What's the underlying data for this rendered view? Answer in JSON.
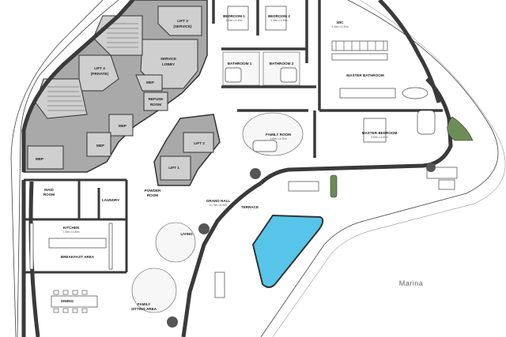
{
  "plan": {
    "rooms": [
      {
        "id": "lift3",
        "name": "LIFT 3",
        "sub": "(SERVICE)"
      },
      {
        "id": "service_lobby",
        "name": "SERVICE",
        "sub": "LOBBY"
      },
      {
        "id": "lift4",
        "name": "LIFT 4",
        "sub": "(PRIVATE)"
      },
      {
        "id": "mep_core",
        "name": "MEP"
      },
      {
        "id": "refuse",
        "name": "REFUSE",
        "sub": "ROOM"
      },
      {
        "id": "mep2",
        "name": "MEP"
      },
      {
        "id": "mep3",
        "name": "MEP"
      },
      {
        "id": "mep4",
        "name": "MEP"
      },
      {
        "id": "lift2",
        "name": "LIFT 2"
      },
      {
        "id": "lift1",
        "name": "LIFT 1"
      },
      {
        "id": "powder",
        "name": "POWDER",
        "sub": "ROOM"
      },
      {
        "id": "maid",
        "name": "MAID",
        "sub": "ROOM"
      },
      {
        "id": "laundry",
        "name": "LAUNDRY"
      },
      {
        "id": "kitchen",
        "name": "KITCHEN",
        "dim": "7.30m x 4.80m"
      },
      {
        "id": "breakfast",
        "name": "BREAKFAST AREA"
      },
      {
        "id": "dining",
        "name": "DINING"
      },
      {
        "id": "grand_hall",
        "name": "GRAND HALL",
        "dim": "21.70m x 8.80m"
      },
      {
        "id": "living",
        "name": "LIVING"
      },
      {
        "id": "family",
        "name": "FAMILY",
        "sub": "SITTING AREA"
      },
      {
        "id": "terrace",
        "name": "TERRACE"
      },
      {
        "id": "family_room",
        "name": "FAMILY ROOM",
        "dim": "4.60m x 4.20m"
      },
      {
        "id": "bedroom1",
        "name": "BEDROOM 1",
        "dim": "4.30m x 4.30m"
      },
      {
        "id": "bedroom2",
        "name": "BEDROOM 2",
        "dim": "4.30m x 4.30m"
      },
      {
        "id": "bathroom1",
        "name": "BATHROOM 1"
      },
      {
        "id": "bathroom2",
        "name": "BATHROOM 2"
      },
      {
        "id": "wic",
        "name": "WIC",
        "dim": "4.30m x 4.30m"
      },
      {
        "id": "master_bath",
        "name": "MASTER BATHROOM"
      },
      {
        "id": "master_bed",
        "name": "MASTER BEDROOM",
        "dim": "5.60m x 4.50m"
      }
    ],
    "context_label": "Marina",
    "colors": {
      "core": "#a9a9a9",
      "wall": "#3a3a3a",
      "pool": "#57c5ea",
      "plant": "#6d8d57",
      "background": "#ffffff"
    }
  }
}
